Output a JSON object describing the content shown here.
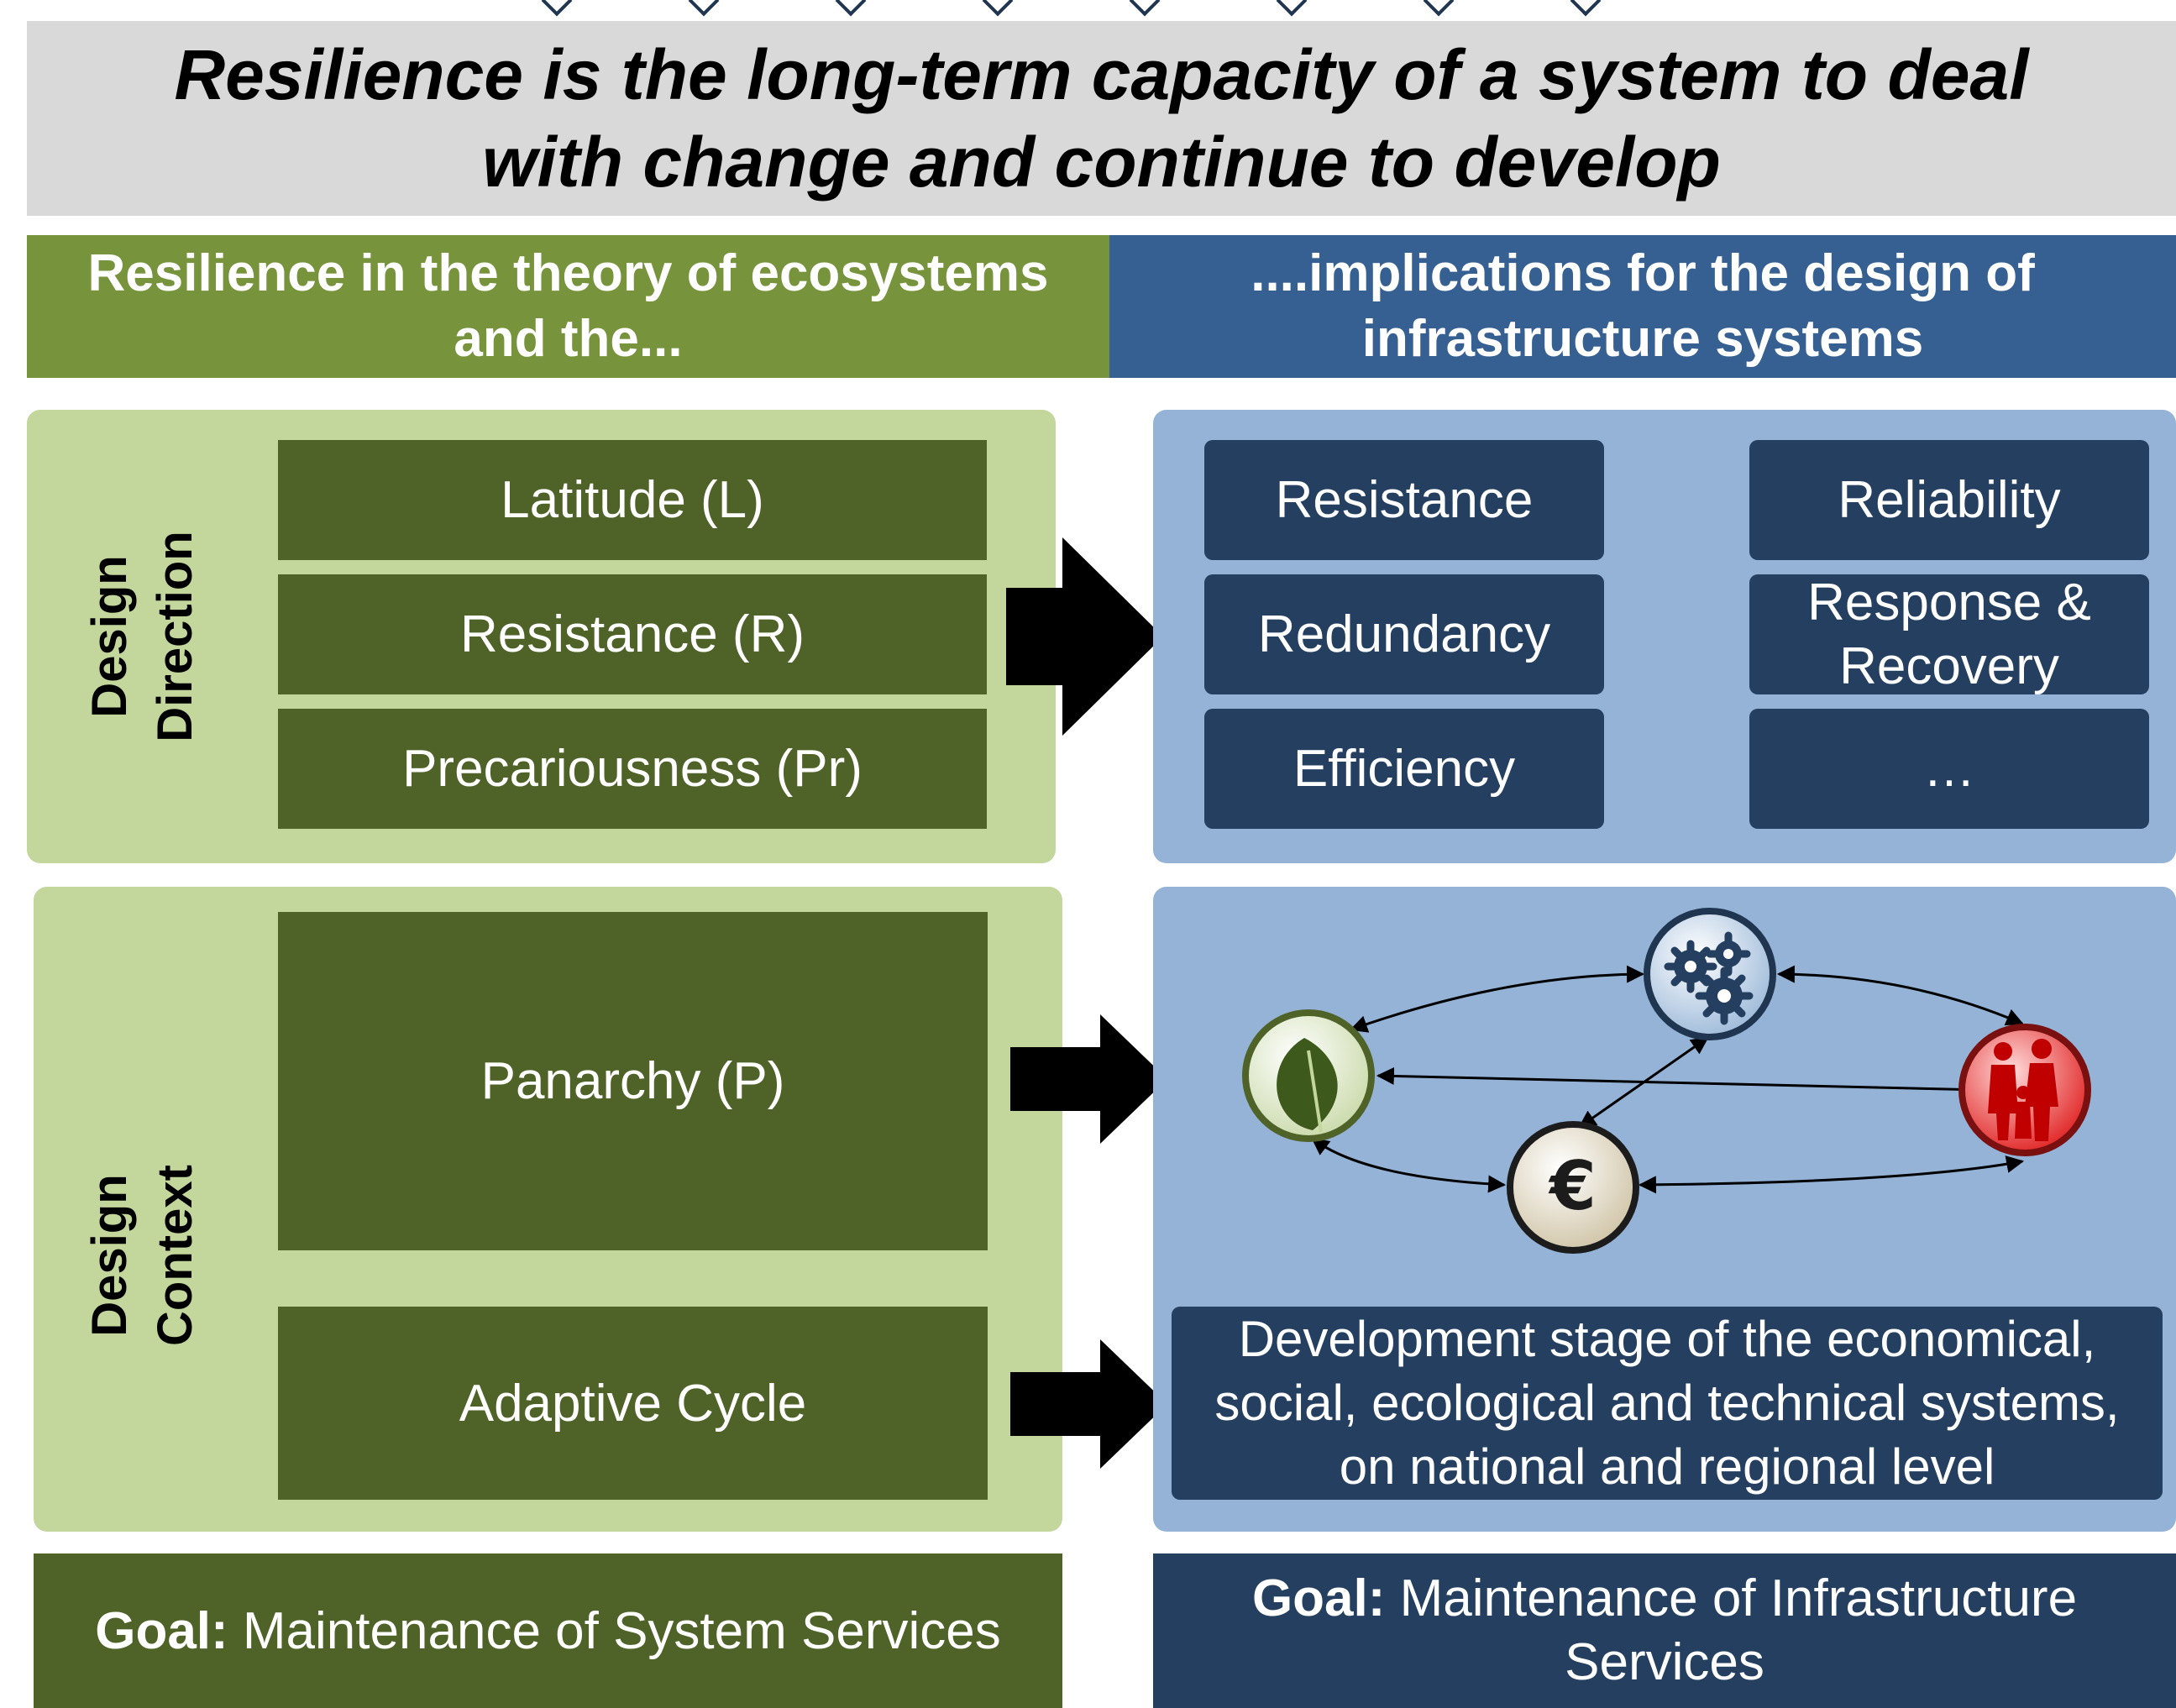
{
  "headline": "Resilience is the long-term capacity of a system to deal with change and continue to develop",
  "columns": {
    "left_header": "Resilience in the theory of ecosystems and the...",
    "right_header": "....implications for the design of infrastructure systems"
  },
  "design_direction": {
    "label_line1": "Design",
    "label_line2": "Direction",
    "ecosystem_concepts": [
      "Latitude (L)",
      "Resistance (R)",
      "Precariousness (Pr)"
    ],
    "infrastructure_properties": [
      "Resistance",
      "Reliability",
      "Redundancy",
      "Response & Recovery",
      "Efficiency",
      "…"
    ]
  },
  "design_context": {
    "label_line1": "Design",
    "label_line2": "Context",
    "panarchy": "Panarchy (P)",
    "adaptive_cycle": "Adaptive Cycle",
    "development_stage": "Development stage of the economical, social, ecological and technical systems, on national and regional level",
    "system_icons": [
      "leaf-icon",
      "gears-icon",
      "people-icon",
      "euro-icon"
    ]
  },
  "goals": {
    "goal_prefix": "Goal:",
    "left_goal": "Maintenance of System Services",
    "right_goal": "Maintenance of Infrastructure Services"
  },
  "colors": {
    "headline_bg": "#d9d9d9",
    "green_header": "#77933c",
    "blue_header": "#376092",
    "light_green_panel": "#c3d69b",
    "light_blue_panel": "#95b3d7",
    "dark_green_box": "#4f6228",
    "navy_box": "#243f60"
  }
}
